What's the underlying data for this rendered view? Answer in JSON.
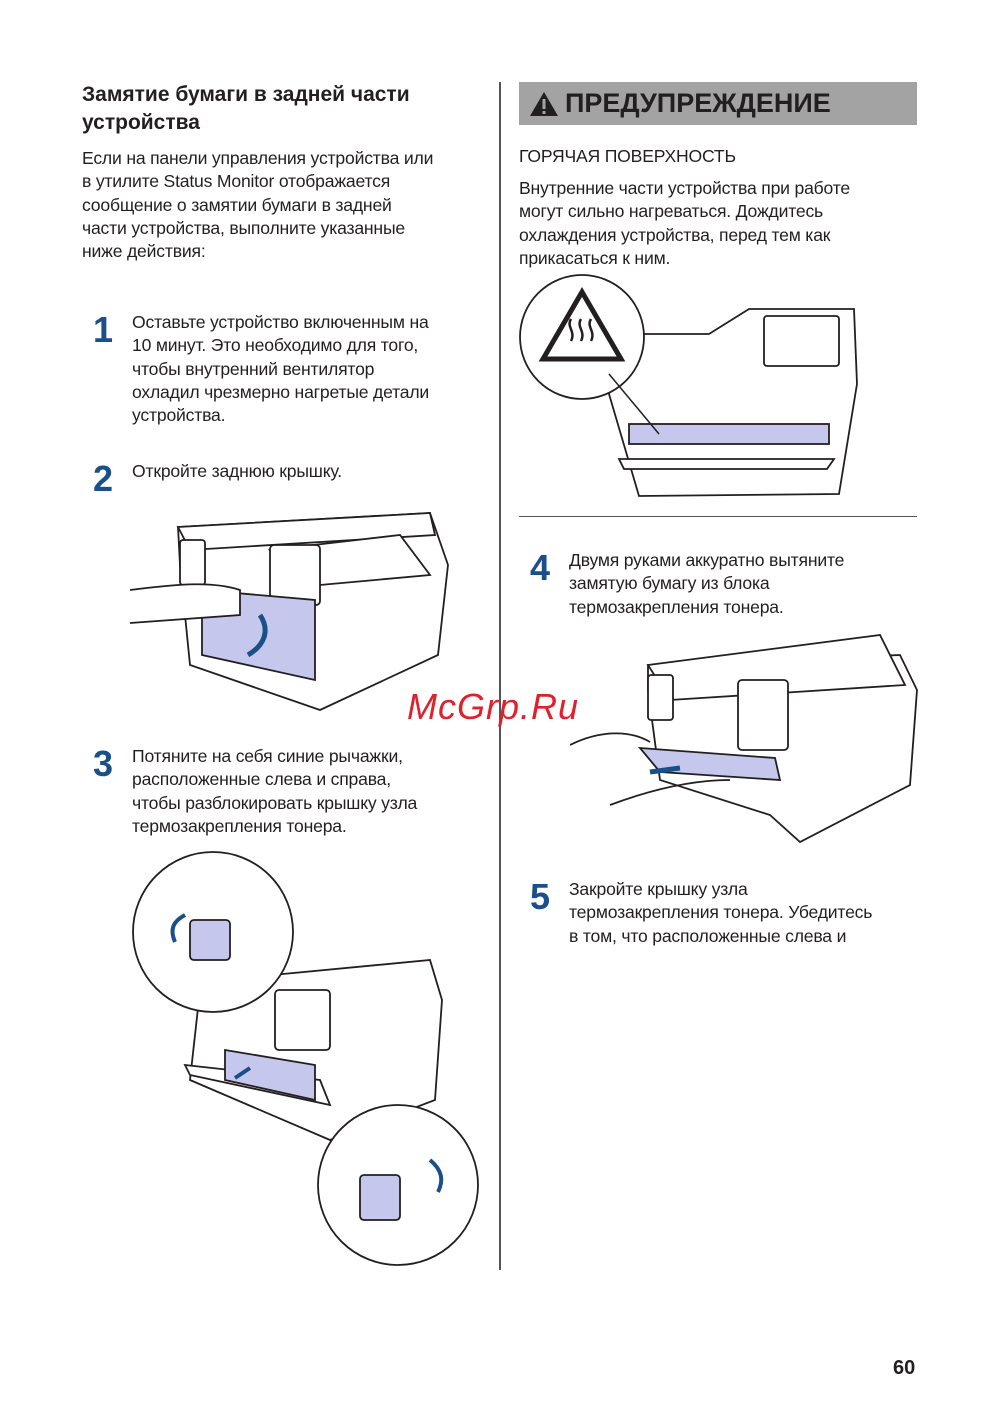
{
  "left": {
    "title_lines": [
      "Замятие бумаги в задней части",
      "устройства"
    ],
    "intro_lines": [
      "Если на панели управления устройства или",
      "в утилите Status Monitor отображается",
      "сообщение о замятии бумаги в задней",
      "части устройства, выполните указанные",
      "ниже действия:"
    ],
    "steps": [
      {
        "number": "1",
        "lines": [
          "Оставьте устройство включенным на",
          "10 минут. Это необходимо для того,",
          "чтобы внутренний вентилятор",
          "охладил чрезмерно нагретые детали",
          "устройства."
        ]
      },
      {
        "number": "2",
        "lines": [
          "Откройте заднюю крышку."
        ]
      },
      {
        "number": "3",
        "lines": [
          "Потяните на себя синие рычажки,",
          "расположенные слева и справа,",
          "чтобы разблокировать крышку узла",
          "термозакрепления тонера."
        ]
      }
    ]
  },
  "right": {
    "warning_title": "ПРЕДУПРЕЖДЕНИЕ",
    "subtitle": "ГОРЯЧАЯ ПОВЕРХНОСТЬ",
    "warning_lines": [
      "Внутренние части устройства при работе",
      "могут сильно нагреваться. Дождитесь",
      "охлаждения устройства, перед тем как",
      "прикасаться к ним."
    ],
    "steps": [
      {
        "number": "4",
        "lines": [
          "Двумя руками аккуратно вытяните",
          "замятую бумагу из блока",
          "термозакрепления тонера."
        ]
      },
      {
        "number": "5",
        "lines": [
          "Закройте крышку узла",
          "термозакрепления тонера. Убедитесь",
          "в том, что расположенные слева и"
        ]
      }
    ]
  },
  "watermark": "McGrp.Ru",
  "page_number": "60",
  "colors": {
    "accent": "#1b4f8a",
    "highlight": "#c5c8ec",
    "warning_bg": "#a3a3a3"
  }
}
